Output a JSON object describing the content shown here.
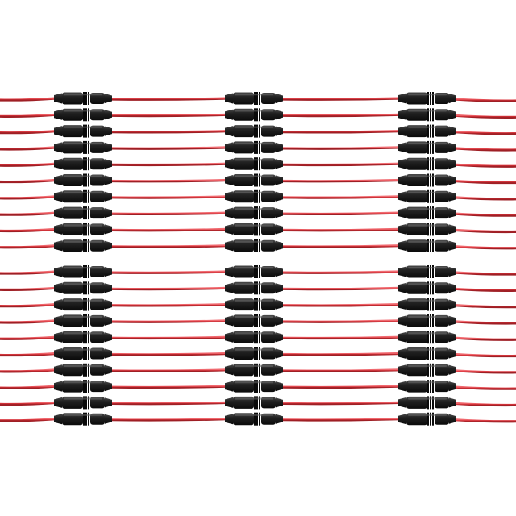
{
  "scene": {
    "subject": "inline-fuse-holder",
    "colors": {
      "background": "#ffffff",
      "wire": "#d8333a",
      "wire_highlight": "#f06a70",
      "wire_shadow": "#9e1f25",
      "holder_body": "#1c1c1c",
      "holder_highlight": "#4a4a4a",
      "holder_ridge": "#0a0a0a"
    },
    "grid": {
      "columns": 3,
      "groups": 2,
      "rows_per_group": 10
    }
  }
}
